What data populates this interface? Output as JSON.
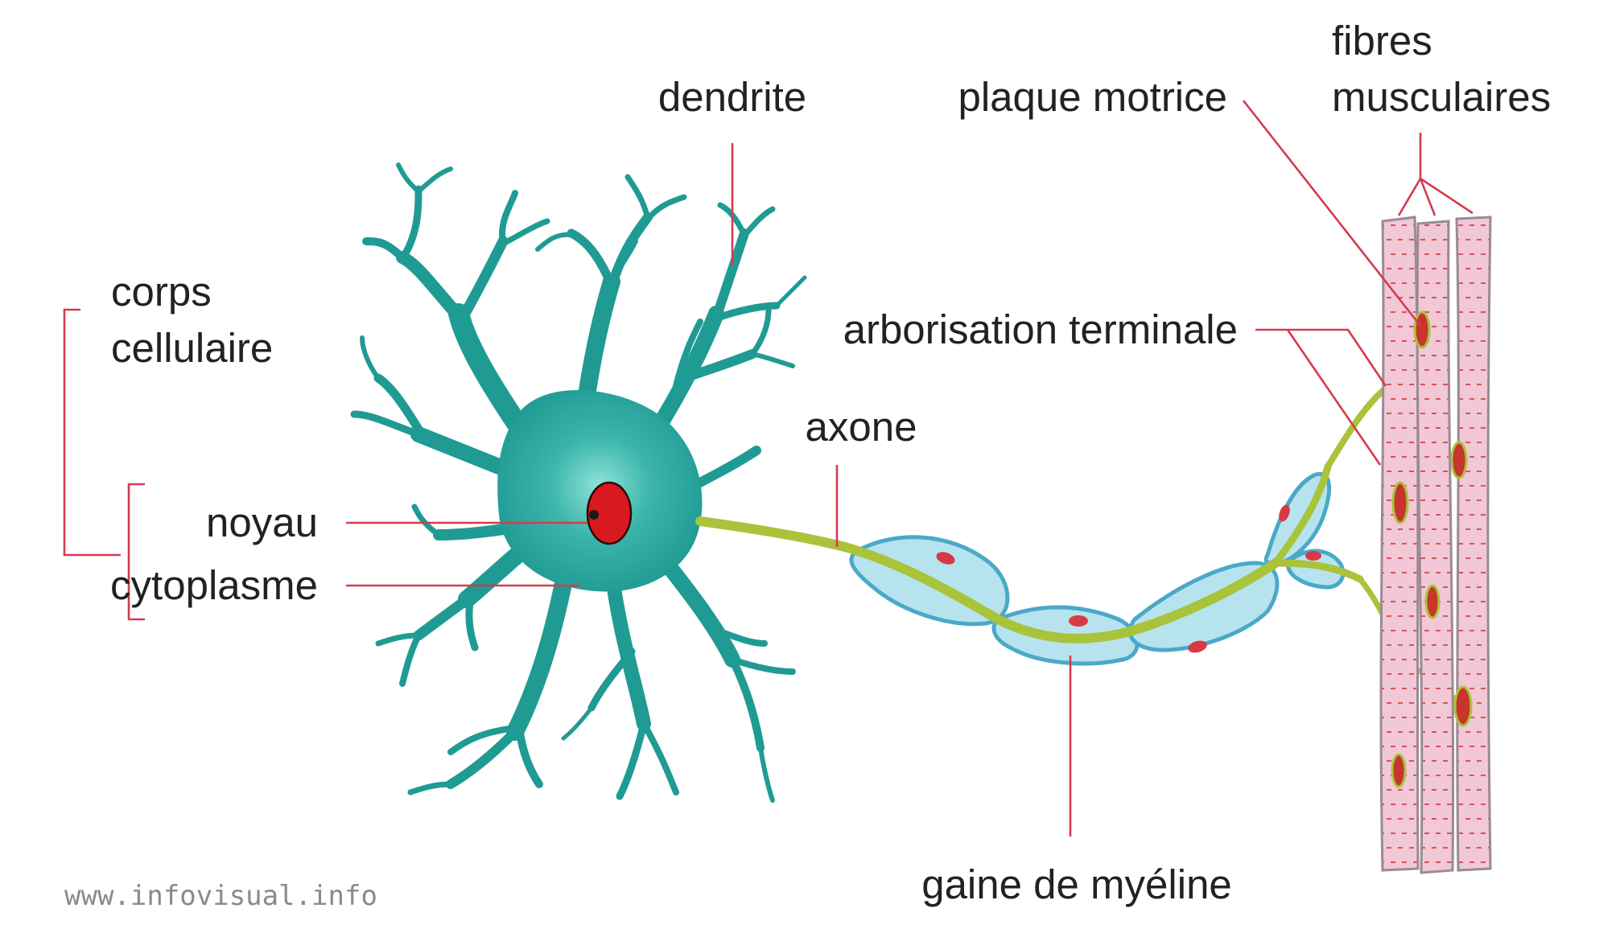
{
  "diagram": {
    "labels": {
      "corps_line1": "corps",
      "corps_line2": "cellulaire",
      "noyau": "noyau",
      "cytoplasme": "cytoplasme",
      "dendrite": "dendrite",
      "axone": "axone",
      "plaque_motrice": "plaque motrice",
      "fibres_line1": "fibres",
      "fibres_line2": "musculaires",
      "arborisation": "arborisation terminale",
      "gaine": "gaine de myéline"
    },
    "credit": "www.infovisual.info"
  },
  "colors": {
    "cell_body": "#1f9b94",
    "cell_center": "#7ed8cf",
    "nucleus": "#d8191f",
    "axon": "#a9c33b",
    "myelin_fill": "#b7e3ee",
    "myelin_edge": "#4aa9c8",
    "muscle_fill": "#f2c8d6",
    "muscle_edge": "#9a8a94",
    "leader_line": "#d43b4e"
  }
}
